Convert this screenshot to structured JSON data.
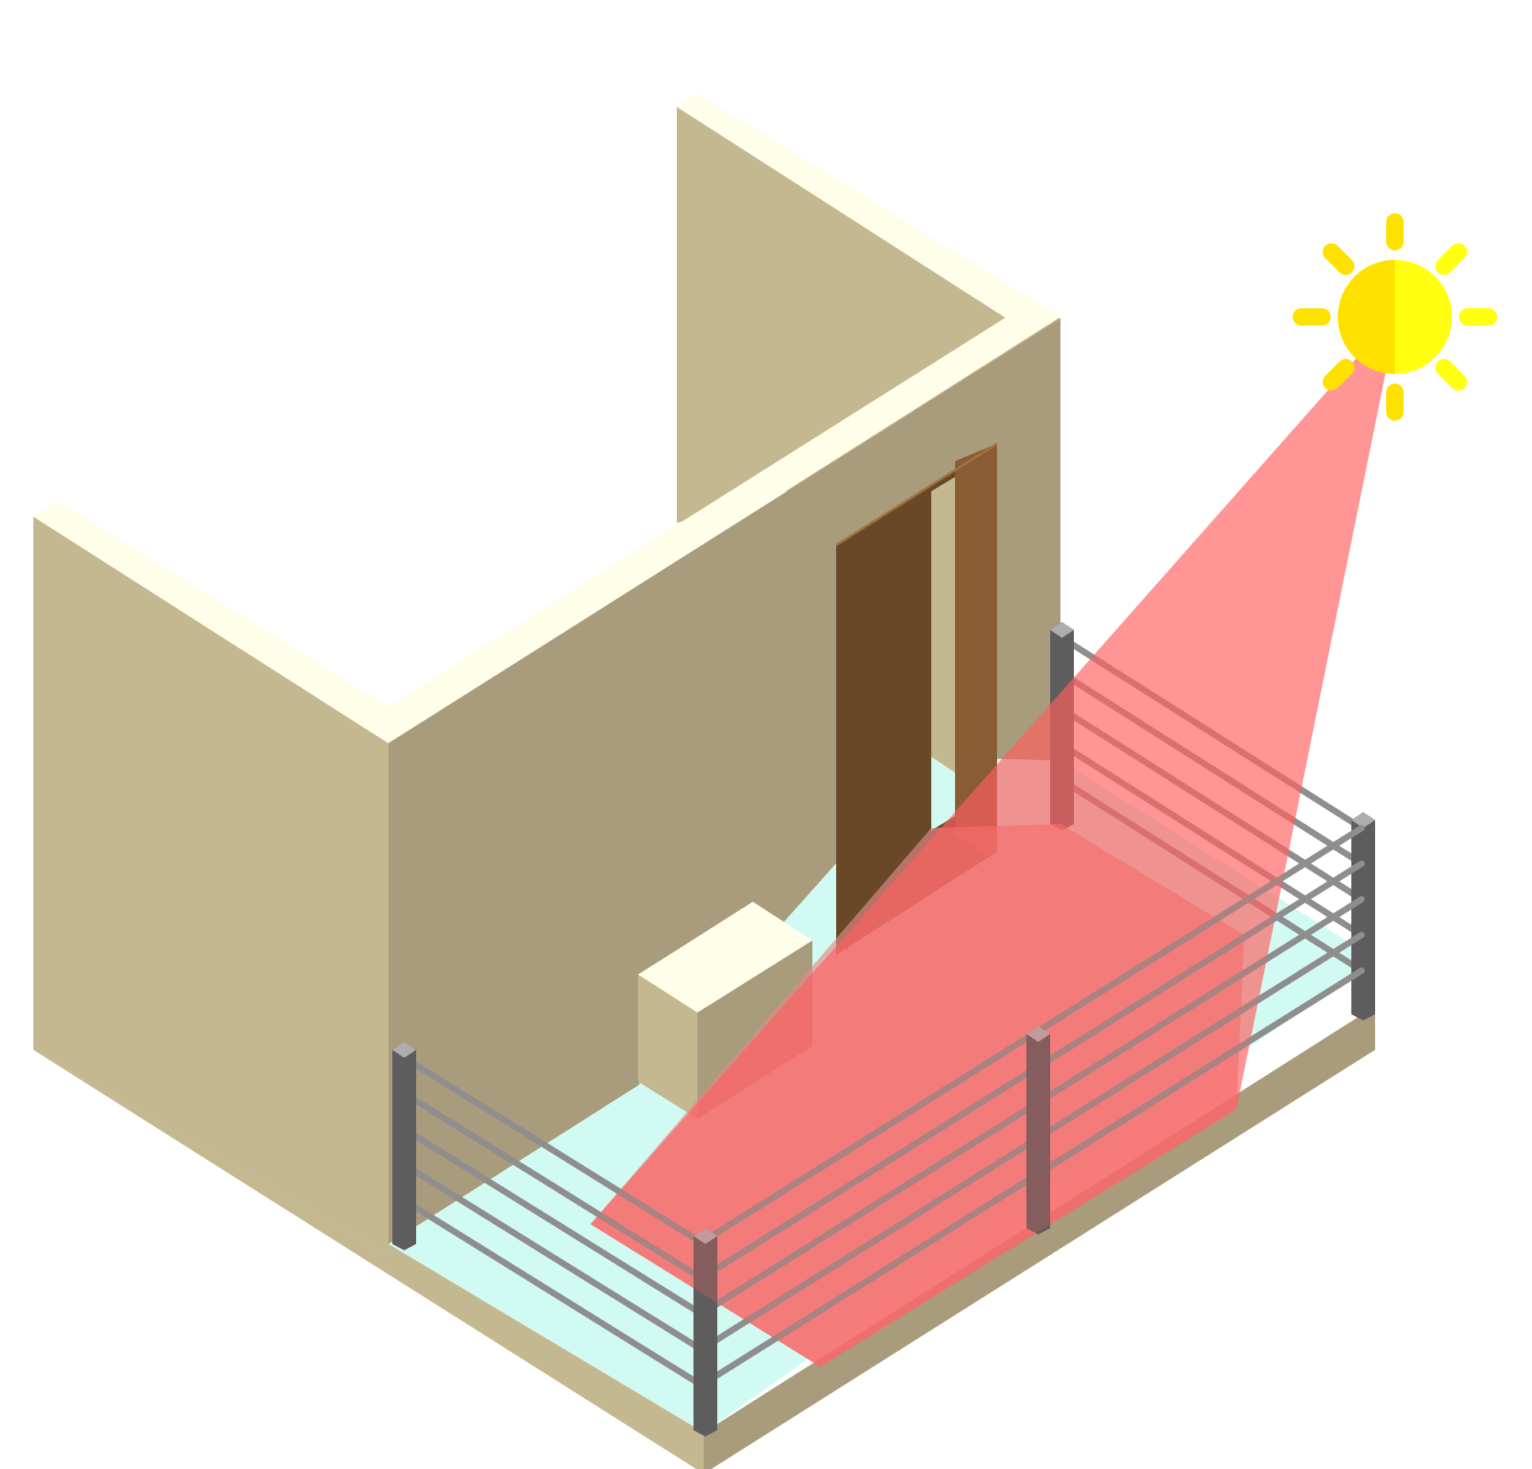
{
  "colors": {
    "background": "#ffffff",
    "wall_light": "#c4b890",
    "wall_shade": "#a89c7c",
    "wall_top": "#fffee8",
    "floor": "#d1fbf2",
    "slab_side": "#c4b890",
    "slab_front": "#a89c7c",
    "door_dark": "#684826",
    "door_leaf": "#8a5c34",
    "railing_dark": "#5d5d5d",
    "railing_mid": "#8e8e8e",
    "railing_light": "#aeaeae",
    "sun_left": "#ffe100",
    "sun_right": "#ffff0f",
    "sunlight_beam": "#ff5e5e",
    "sunlit_floor": "#e28a8a"
  },
  "elements": {
    "sun": "sun-icon",
    "beam": "sunlight-beam",
    "door": "balcony-door",
    "box": "storage-box"
  }
}
